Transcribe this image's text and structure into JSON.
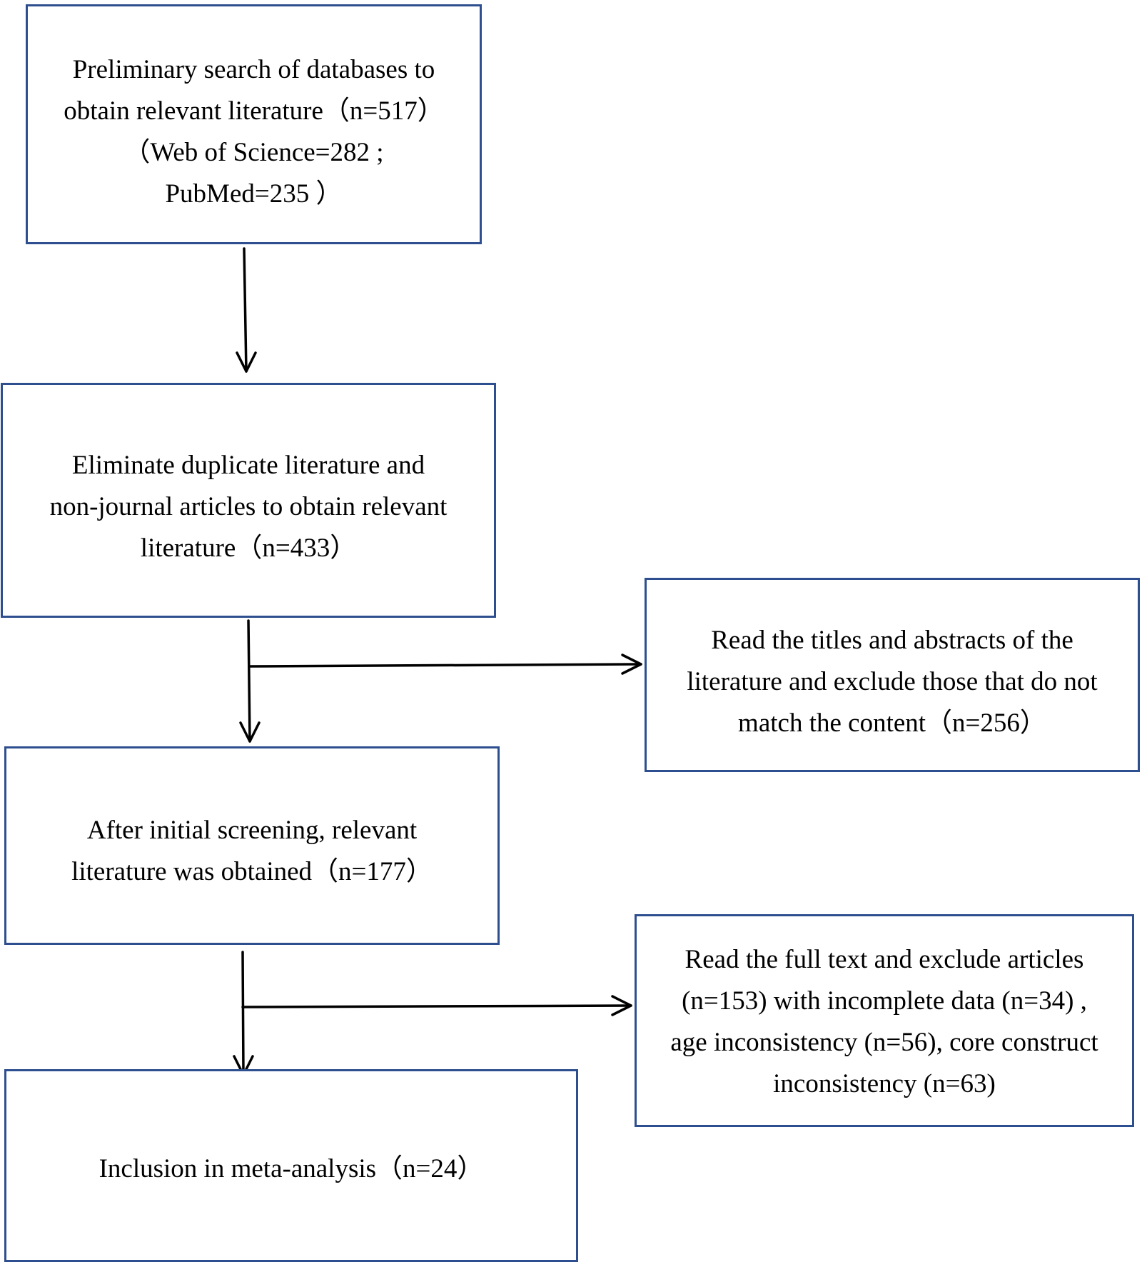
{
  "colors": {
    "box_border": "#2e4f8f",
    "connector": "#000000",
    "background": "#ffffff"
  },
  "flowchart": {
    "steps": [
      {
        "id": "preliminary-search",
        "text": "Preliminary search of databases to\nobtain relevant literature（n=517）\n（Web of Science=282 ;\nPubMed=235 ）"
      },
      {
        "id": "eliminate-duplicates",
        "text": "Eliminate duplicate literature and\nnon-journal articles to obtain relevant\nliterature（n=433）"
      },
      {
        "id": "title-abstract-exclusion",
        "text": "Read the titles and abstracts of the\nliterature and exclude those that do not\nmatch the content（n=256）"
      },
      {
        "id": "initial-screening",
        "text": "After initial screening, relevant\nliterature was obtained（n=177）"
      },
      {
        "id": "full-text-exclusion",
        "text": "Read the full text and exclude articles\n(n=153) with incomplete data (n=34) ,\nage inconsistency (n=56), core construct\ninconsistency (n=63)"
      },
      {
        "id": "inclusion",
        "text": "Inclusion in meta-analysis（n=24）"
      }
    ]
  }
}
